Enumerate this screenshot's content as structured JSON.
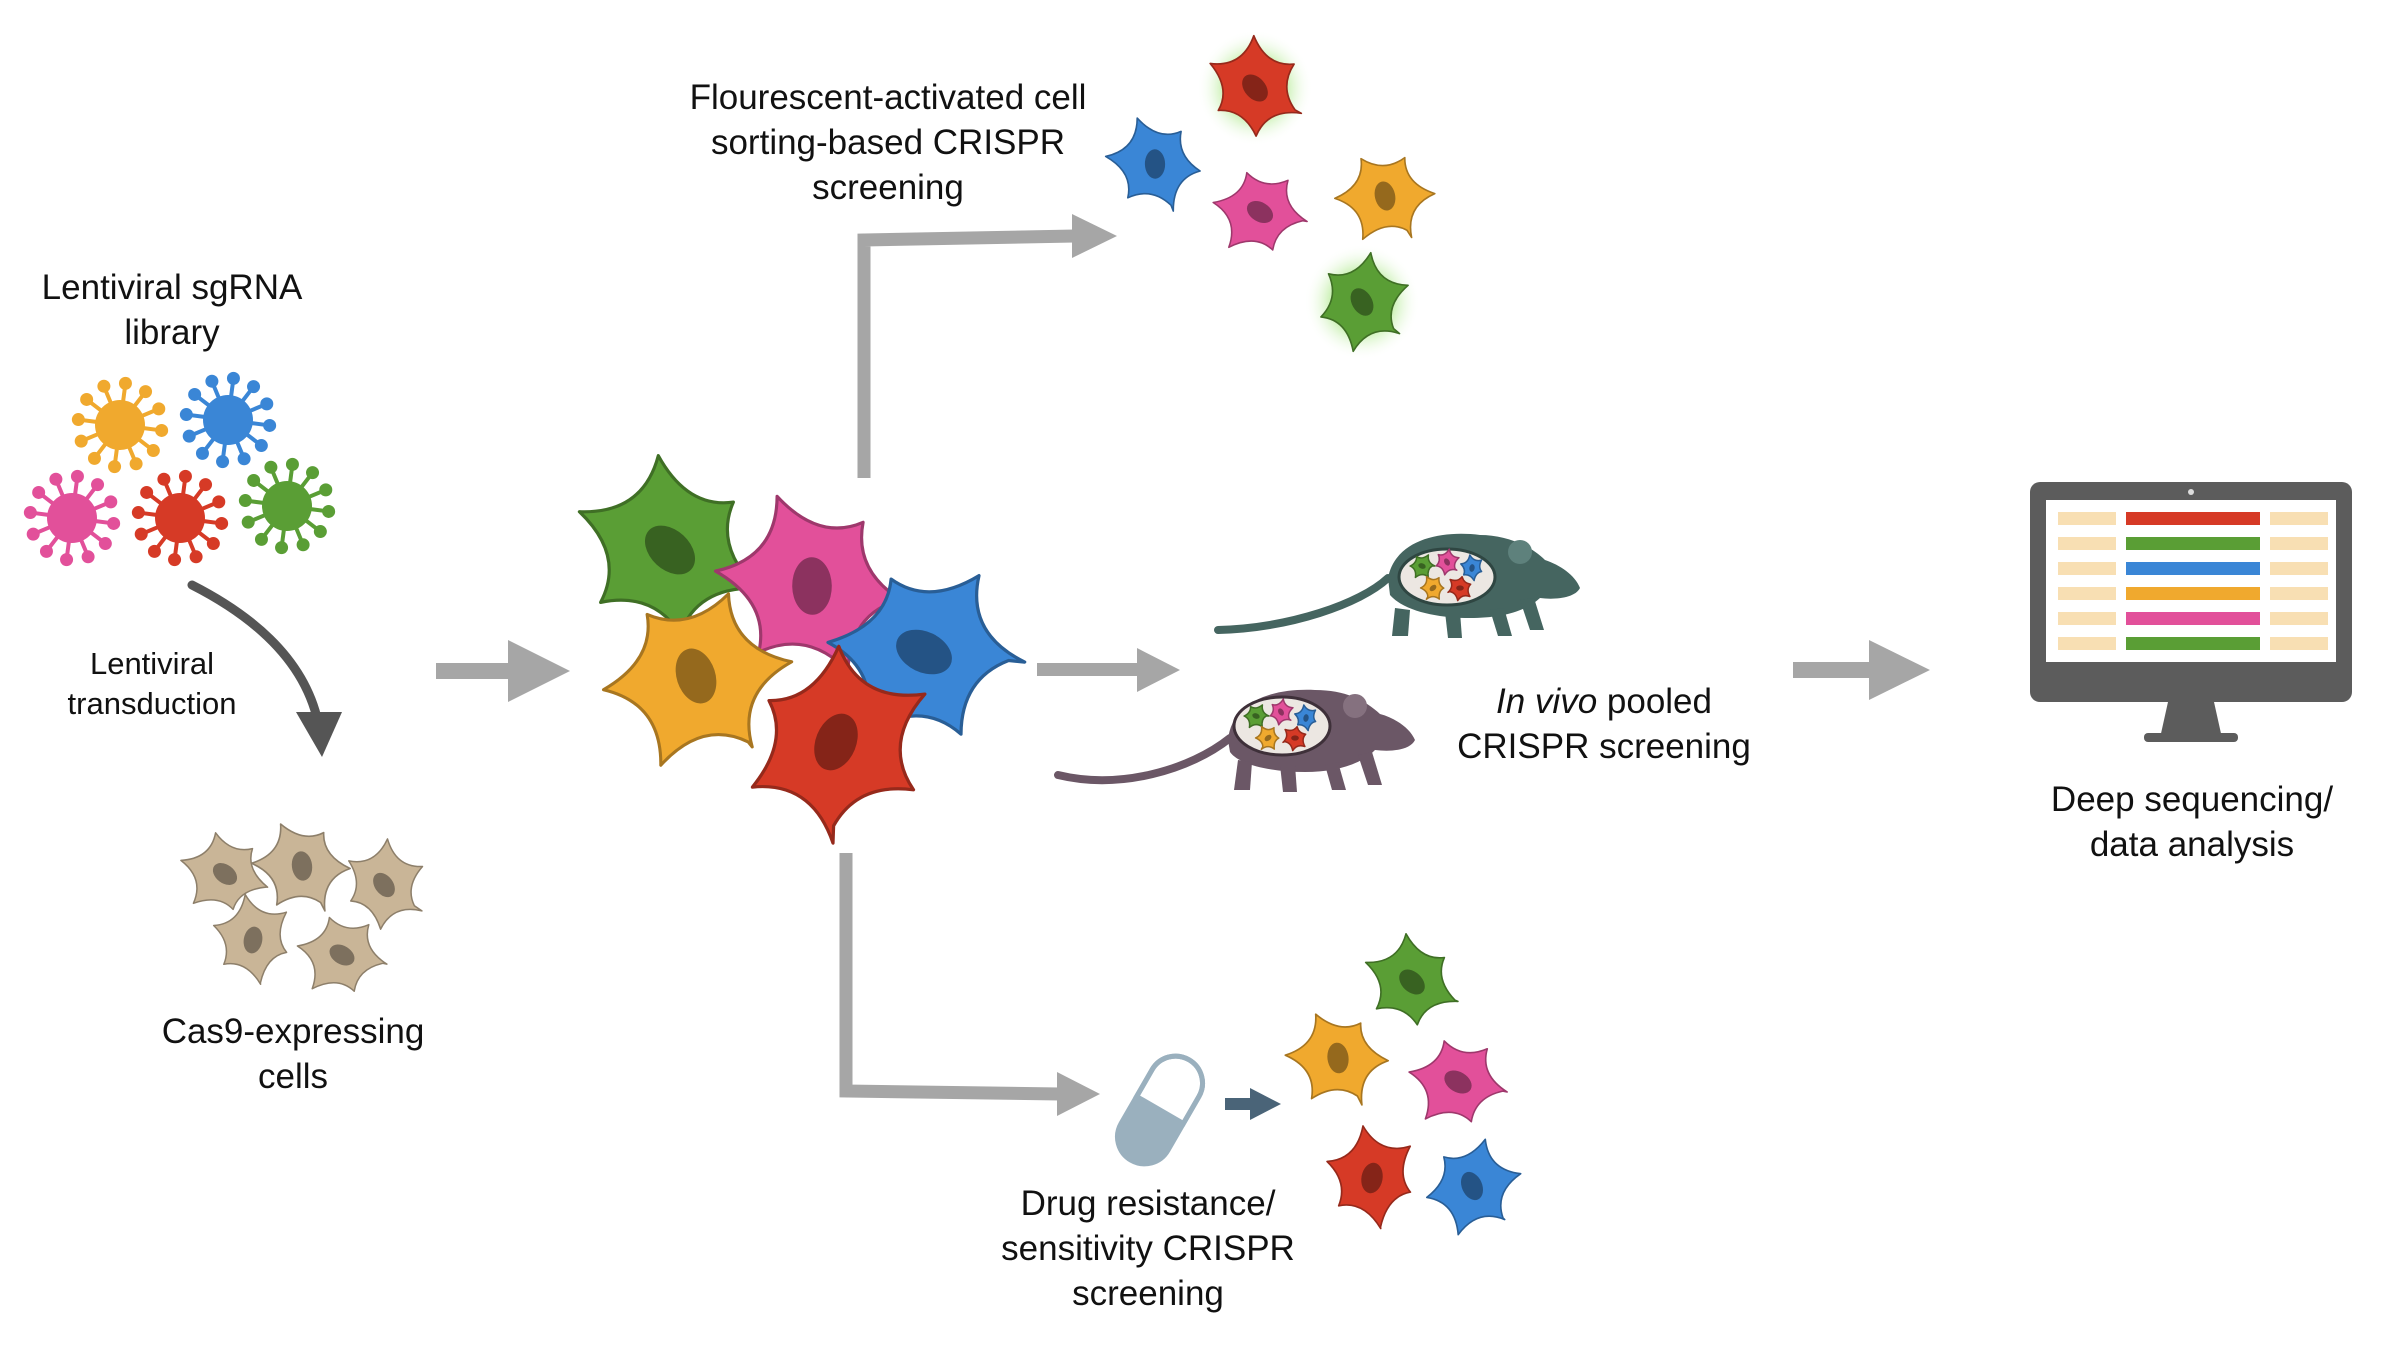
{
  "labels": {
    "library": [
      "Lentiviral sgRNA",
      "library"
    ],
    "transduction": [
      "Lentiviral",
      "transduction"
    ],
    "cas9": [
      "Cas9-expressing",
      "cells"
    ],
    "facs": [
      "Flourescent-activated cell",
      "sorting-based CRISPR",
      "screening"
    ],
    "invivo_italic": "In vivo",
    "invivo_rest": " pooled",
    "invivo_line2": "CRISPR screening",
    "drug": [
      "Drug resistance/",
      "sensitivity CRISPR",
      "screening"
    ],
    "deepseq": [
      "Deep sequencing/",
      "data analysis"
    ]
  },
  "colors": {
    "green": "#5a9e35",
    "pink": "#e2509a",
    "blue": "#3a86d6",
    "orange": "#f0a92e",
    "red": "#d63a26",
    "beige": "#c9b597",
    "arrow": "#a6a6a6",
    "arrow_dark": "#4a6478",
    "mouse_top": "#456560",
    "mouse_bottom": "#6b5766",
    "monitor": "#5c5c5c",
    "pill": "#9ab0be",
    "stripe_light": "#f8dfb3"
  },
  "icons": [
    "virus-icon",
    "cell-icon",
    "mouse-icon",
    "pill-icon",
    "monitor-icon",
    "arrow-icon"
  ],
  "monitor_bars": [
    "red",
    "green",
    "blue",
    "orange",
    "pink",
    "green"
  ]
}
